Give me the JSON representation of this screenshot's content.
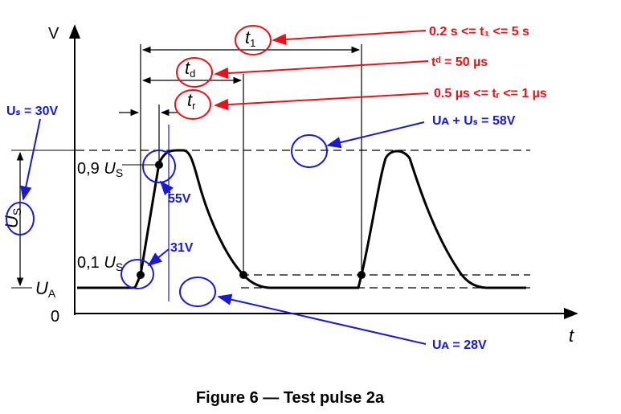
{
  "axes": {
    "y_label": "V",
    "x_label": "t",
    "origin": "0"
  },
  "levels": {
    "ua_label": "U",
    "ua_sub": "A",
    "us_label": "U",
    "us_sub": "S",
    "p90_text": "0,9 ",
    "p90_var": "U",
    "p90_sub": "S",
    "p10_text": "0,1 ",
    "p10_var": "U",
    "p10_sub": "S"
  },
  "timing": {
    "t1_var": "t",
    "t1_sub": "1",
    "td_var": "t",
    "td_sub": "d",
    "tr_var": "t",
    "tr_sub": "r"
  },
  "annotations": {
    "t1_range": "0.2 s <= t₁ <= 5 s",
    "td_value": "tᵈ = 50 µs",
    "tr_range": "0.5 µs <= tᵣ <= 1 µs",
    "us_value": "Uₛ = 30V",
    "ua_us_value": "Uᴀ + Uₛ = 58V",
    "v55": "55V",
    "v31": "31V",
    "ua_value": "Uᴀ = 28V"
  },
  "colors": {
    "red": "#e8121a",
    "blue": "#1a1ad0",
    "black": "#000000"
  },
  "caption": "Figure 6 — Test pulse 2a"
}
